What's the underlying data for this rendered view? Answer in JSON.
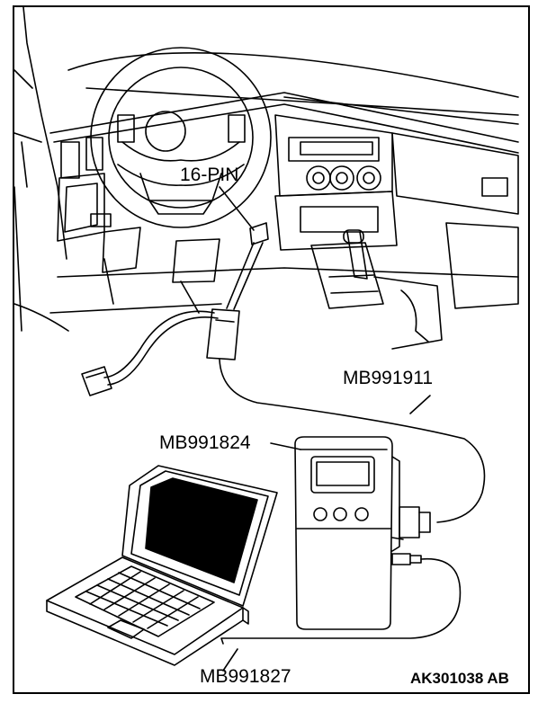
{
  "labels": {
    "connector": "16-PIN",
    "cable_main": "MB991911",
    "interface": "MB991824",
    "cable_usb": "MB991827"
  },
  "figure_id": "AK301038 AB",
  "colors": {
    "line": "#000000",
    "background": "#ffffff",
    "screen": "#000000"
  }
}
